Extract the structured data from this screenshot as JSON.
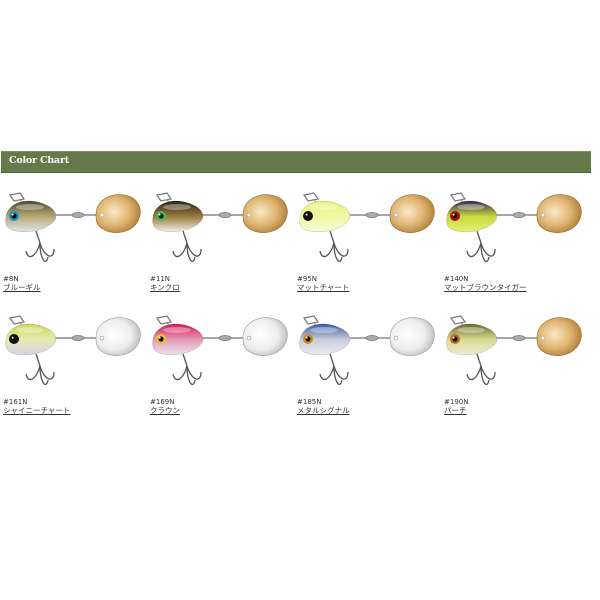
{
  "header": {
    "title": "Color Chart"
  },
  "items": [
    {
      "code": "#8N",
      "name": "ブルーギル",
      "body_top": "#4c4a30",
      "body_mid": "#b9a874",
      "body_bottom": "#e0e4ea",
      "eye": "#1f8fd0",
      "blade": "gold"
    },
    {
      "code": "#11N",
      "name": "キンクロ",
      "body_top": "#2a2418",
      "body_mid": "#9b7a3c",
      "body_bottom": "#f2efe8",
      "eye": "#3cc05a",
      "blade": "gold"
    },
    {
      "code": "#95N",
      "name": "マットチャート",
      "body_top": "#e8f47a",
      "body_mid": "#f0f8a6",
      "body_bottom": "#f6fbd6",
      "eye": "#111111",
      "blade": "gold"
    },
    {
      "code": "#140N",
      "name": "マットブラウンタイガー",
      "body_top": "#3a2450",
      "body_mid": "#c8d840",
      "body_bottom": "#e8f070",
      "eye": "#b01010",
      "blade": "gold"
    },
    {
      "code": "#161N",
      "name": "シャイニーチャート",
      "body_top": "#c8d850",
      "body_mid": "#e6ecb0",
      "body_bottom": "#d8d0e8",
      "eye": "#111111",
      "blade": "silver"
    },
    {
      "code": "#169N",
      "name": "クラウン",
      "body_top": "#d8185a",
      "body_mid": "#e49ab4",
      "body_bottom": "#e8e4ec",
      "eye": "#f0c020",
      "blade": "silver"
    },
    {
      "code": "#185N",
      "name": "メタルシグナル",
      "body_top": "#3a5aa8",
      "body_mid": "#c8ccd8",
      "body_bottom": "#eceaf0",
      "eye": "#d88a20",
      "blade": "silver"
    },
    {
      "code": "#190N",
      "name": "パーチ",
      "body_top": "#6e6a2c",
      "body_mid": "#d8d890",
      "body_bottom": "#f0ecd8",
      "eye": "#c07010",
      "blade": "gold"
    }
  ]
}
